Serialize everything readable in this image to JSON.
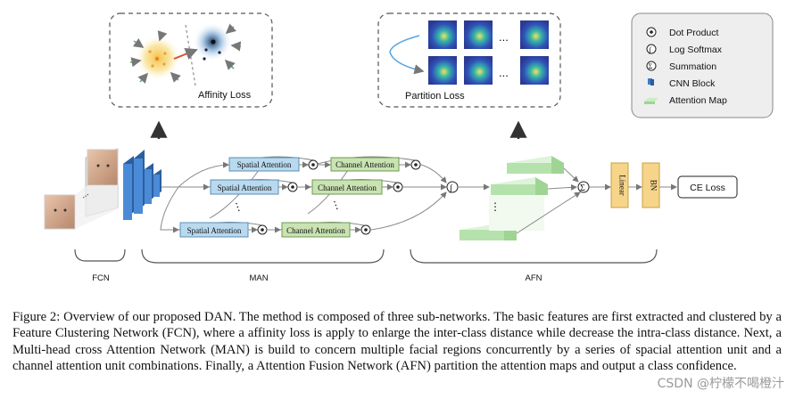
{
  "figure": {
    "boxes": {
      "affinity_loss": "Affinity Loss",
      "partition_loss": "Partition Loss"
    },
    "legend": [
      {
        "icon": "dot-product-icon",
        "label": "Dot Product"
      },
      {
        "icon": "log-softmax-icon",
        "label": "Log Softmax"
      },
      {
        "icon": "summation-icon",
        "label": "Summation"
      },
      {
        "icon": "cnn-block-icon",
        "label": "CNN Block"
      },
      {
        "icon": "attention-map-icon",
        "label": "Attention Map"
      }
    ],
    "modules": {
      "spatial_attention": "Spatial Attention",
      "channel_attention": "Channel Attention",
      "linear": "Linear",
      "bn": "BN",
      "ce_loss": "CE Loss",
      "dots": "...",
      "vdots": "⋮"
    },
    "brackets": {
      "fcn": "FCN",
      "man": "MAN",
      "afn": "AFN"
    },
    "symbols": {
      "log_softmax": "∫",
      "summation": "Σ"
    },
    "colors": {
      "spatial_fill": "#b9d9ee",
      "spatial_border": "#5b8fb8",
      "channel_fill": "#c9e3b3",
      "channel_border": "#6f9a52",
      "linear_fill": "#f6d58a",
      "linear_border": "#c9a040",
      "cnn_blue": "#3f7cc4",
      "attention_green": "#a8dca0"
    }
  },
  "caption": "Figure 2: Overview of our proposed DAN. The method is composed of three sub-networks. The basic features are first extracted and clustered by a Feature Clustering Network (FCN), where a affinity loss is apply to enlarge the inter-class distance while decrease the intra-class distance. Next, a Multi-head cross Attention Network (MAN) is build to concern multiple facial regions concurrently by a series of spacial attention unit and a channel attention unit combinations. Finally, a Attention Fusion Network (AFN) partition the attention maps and output a class confidence.",
  "watermark": "CSDN @柠檬不喝橙汁"
}
